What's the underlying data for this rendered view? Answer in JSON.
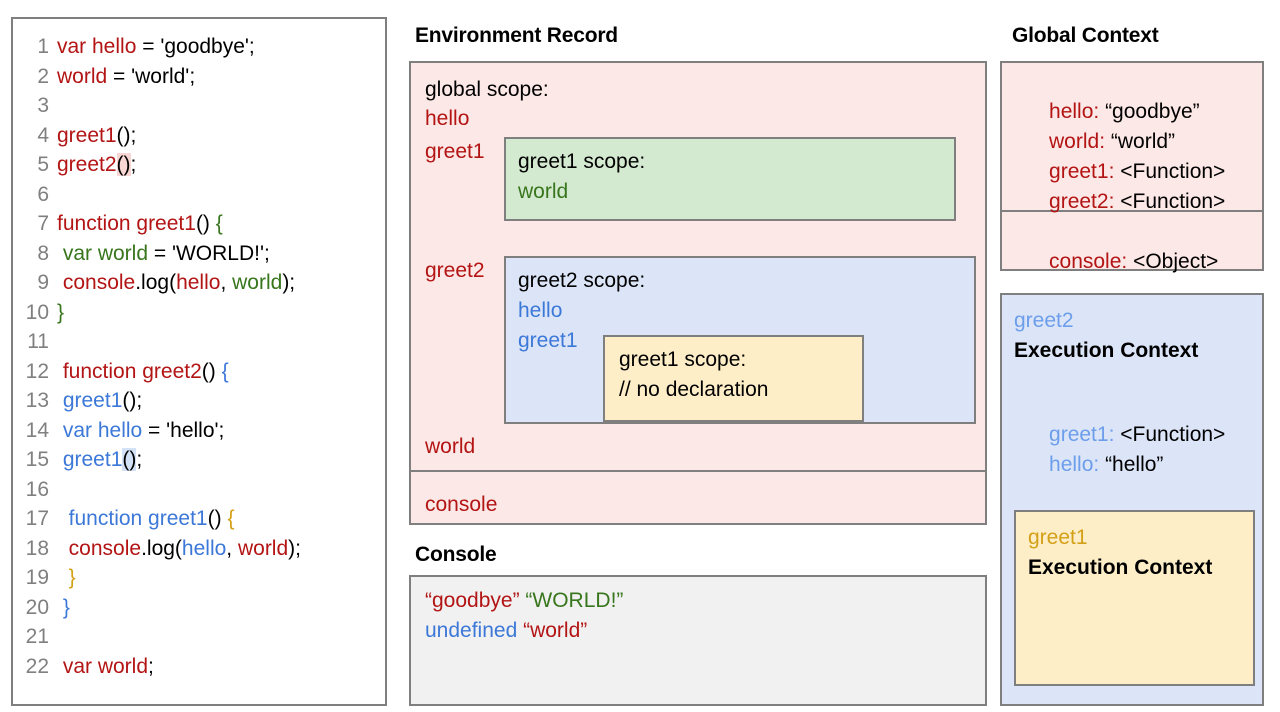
{
  "code_panel": {
    "name": "javascript-source-code",
    "lines": [
      {
        "num": "1",
        "tokens": [
          {
            "t": "var hello",
            "c": "red"
          },
          {
            "t": " = 'goodbye';",
            "c": "black"
          }
        ]
      },
      {
        "num": "2",
        "tokens": [
          {
            "t": "world",
            "c": "red"
          },
          {
            "t": " = 'world';",
            "c": "black"
          }
        ]
      },
      {
        "num": "3",
        "tokens": []
      },
      {
        "num": "4",
        "tokens": [
          {
            "t": "greet1",
            "c": "red"
          },
          {
            "t": "();",
            "c": "black"
          }
        ]
      },
      {
        "num": "5",
        "tokens": [
          {
            "t": "greet2",
            "c": "red"
          },
          {
            "t": "()",
            "c": "black",
            "hl": "red"
          },
          {
            "t": ";",
            "c": "black"
          }
        ]
      },
      {
        "num": "6",
        "tokens": []
      },
      {
        "num": "7",
        "tokens": [
          {
            "t": "function greet1",
            "c": "red"
          },
          {
            "t": "() ",
            "c": "black"
          },
          {
            "t": "{",
            "c": "green"
          }
        ]
      },
      {
        "num": "8",
        "tokens": [
          {
            "t": " var world",
            "c": "green"
          },
          {
            "t": " = 'WORLD!';",
            "c": "black"
          }
        ]
      },
      {
        "num": "9",
        "tokens": [
          {
            "t": " console",
            "c": "red"
          },
          {
            "t": ".log(",
            "c": "black"
          },
          {
            "t": "hello",
            "c": "red"
          },
          {
            "t": ", ",
            "c": "black"
          },
          {
            "t": "world",
            "c": "green"
          },
          {
            "t": ");",
            "c": "black"
          }
        ]
      },
      {
        "num": "10",
        "tokens": [
          {
            "t": "}",
            "c": "green"
          }
        ]
      },
      {
        "num": "11",
        "tokens": []
      },
      {
        "num": "12",
        "tokens": [
          {
            "t": " function greet2",
            "c": "red"
          },
          {
            "t": "() ",
            "c": "black"
          },
          {
            "t": "{",
            "c": "blue"
          }
        ]
      },
      {
        "num": "13",
        "tokens": [
          {
            "t": " greet1",
            "c": "blue"
          },
          {
            "t": "();",
            "c": "black"
          }
        ]
      },
      {
        "num": "14",
        "tokens": [
          {
            "t": " var hello",
            "c": "blue"
          },
          {
            "t": " = 'hello';",
            "c": "black"
          }
        ]
      },
      {
        "num": "15",
        "tokens": [
          {
            "t": " greet1",
            "c": "blue"
          },
          {
            "t": "()",
            "c": "black",
            "hl": "blue"
          },
          {
            "t": ";",
            "c": "black"
          }
        ]
      },
      {
        "num": "16",
        "tokens": []
      },
      {
        "num": "17",
        "tokens": [
          {
            "t": "  function greet1",
            "c": "blue"
          },
          {
            "t": "() ",
            "c": "black"
          },
          {
            "t": "{",
            "c": "gold"
          }
        ]
      },
      {
        "num": "18",
        "tokens": [
          {
            "t": "  console",
            "c": "red"
          },
          {
            "t": ".log(",
            "c": "black"
          },
          {
            "t": "hello",
            "c": "blue"
          },
          {
            "t": ", ",
            "c": "black"
          },
          {
            "t": "world",
            "c": "red"
          },
          {
            "t": ");",
            "c": "black"
          }
        ]
      },
      {
        "num": "19",
        "tokens": [
          {
            "t": "  }",
            "c": "gold"
          }
        ]
      },
      {
        "num": "20",
        "tokens": [
          {
            "t": " }",
            "c": "blue"
          }
        ]
      },
      {
        "num": "21",
        "tokens": []
      },
      {
        "num": "22",
        "tokens": [
          {
            "t": " var world",
            "c": "red"
          },
          {
            "t": ";",
            "c": "black"
          }
        ]
      }
    ]
  },
  "environment_record": {
    "title": "Environment Record",
    "global_scope_label": "global scope:",
    "bindings": [
      "hello",
      "greet1",
      "greet2",
      "world"
    ],
    "second_section": [
      "console"
    ],
    "greet1_scope": {
      "header": "greet1 scope:",
      "bindings": [
        "world"
      ]
    },
    "greet2_scope": {
      "header": "greet2 scope:",
      "bindings": [
        "hello",
        "greet1"
      ],
      "greet1_scope": {
        "header": "greet1 scope:",
        "comment": "// no declaration"
      }
    }
  },
  "console": {
    "title": "Console",
    "lines": [
      [
        {
          "t": "“goodbye” ",
          "c": "red"
        },
        {
          "t": "“WORLD!”",
          "c": "green"
        }
      ],
      [
        {
          "t": "undefined ",
          "c": "blue"
        },
        {
          "t": "“world”",
          "c": "red"
        }
      ]
    ]
  },
  "global_context": {
    "title": "Global Context",
    "entries": [
      {
        "key": "hello",
        "value": " “goodbye”"
      },
      {
        "key": "world",
        "value": " “world”"
      },
      {
        "key": "greet1",
        "value": " <Function>"
      },
      {
        "key": "greet2",
        "value": " <Function>"
      }
    ],
    "object_entries": [
      {
        "key": "console",
        "value": " <Object>"
      }
    ]
  },
  "greet2_execution_context": {
    "name": "greet2",
    "heading": "Execution Context",
    "entries": [
      {
        "key": "greet1",
        "value": " <Function>"
      },
      {
        "key": "hello",
        "value": " “hello”"
      }
    ],
    "greet1_execution_context": {
      "name": "greet1",
      "heading": "Execution Context"
    }
  },
  "colors": {
    "red": "#b31414",
    "green": "#38761d",
    "blue": "#3c78d8",
    "light_blue": "#6d9eeb",
    "gold": "#d4a017",
    "pink_bg": "#fce8e6",
    "green_bg": "#d4ead0",
    "blue_bg": "#dbe5f7",
    "yellow_bg": "#fdeec8",
    "console_bg": "#f1f1f1",
    "border": "#7f7f7f"
  }
}
